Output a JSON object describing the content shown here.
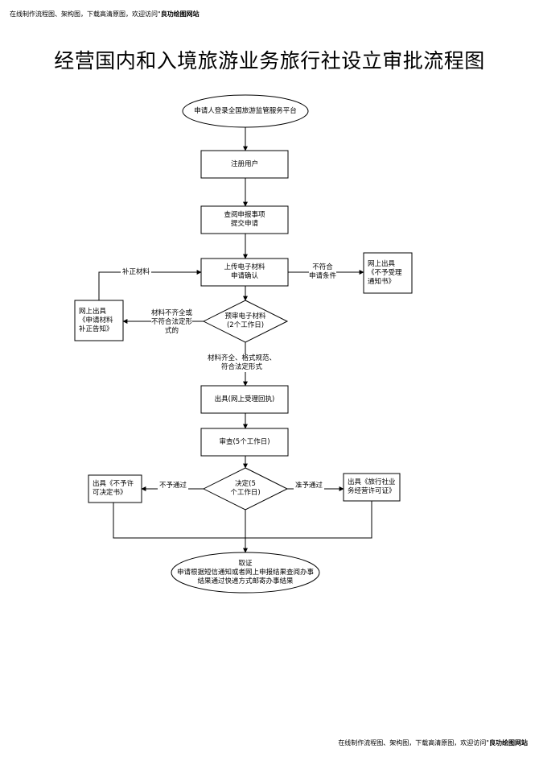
{
  "header": {
    "note": "在线制作流程图、架构图，下载高清原图，欢迎访问\"",
    "brand": "良功绘图网站"
  },
  "footer": {
    "note": "在线制作流程图、架构图，下载高清原图，欢迎访问\"",
    "brand": "良功绘图网站"
  },
  "title": "经营国内和入境旅游业务旅行社设立审批流程图",
  "nodes": {
    "start": "申请人登录全国旅游监管服务平台",
    "register": "注册用户",
    "query": "查阅申报事项\n提交申请",
    "upload": "上传电子材料\n申请确认",
    "reject_notice": "网上出具\n《不予受理\n通知书》",
    "supplement_notice": "网上出具\n《申请材料\n补正告知》",
    "precheck": "预审电子材料\n(2个工作日)",
    "receipt": "出具(网上受理回执)",
    "review": "审查(5个工作日)",
    "decision": "决定(5\n个工作日)",
    "deny": "出具《不予许\n可决定书》",
    "approve": "出具《旅行社业\n务经营许可证》",
    "end": "取证\n申请根据短信通知或者网上申报结果查阅办事\n结果通过快递方式邮寄办事结果"
  },
  "edges": {
    "supplement": "补正材料",
    "not_compliant": "不符合\n申请条件",
    "incomplete": "材料不齐全或\n不符合法定形\n式的",
    "complete": "材料齐全、格式规范、\n符合法定形式",
    "no_pass": "不予通过",
    "pass": "准予通过"
  }
}
